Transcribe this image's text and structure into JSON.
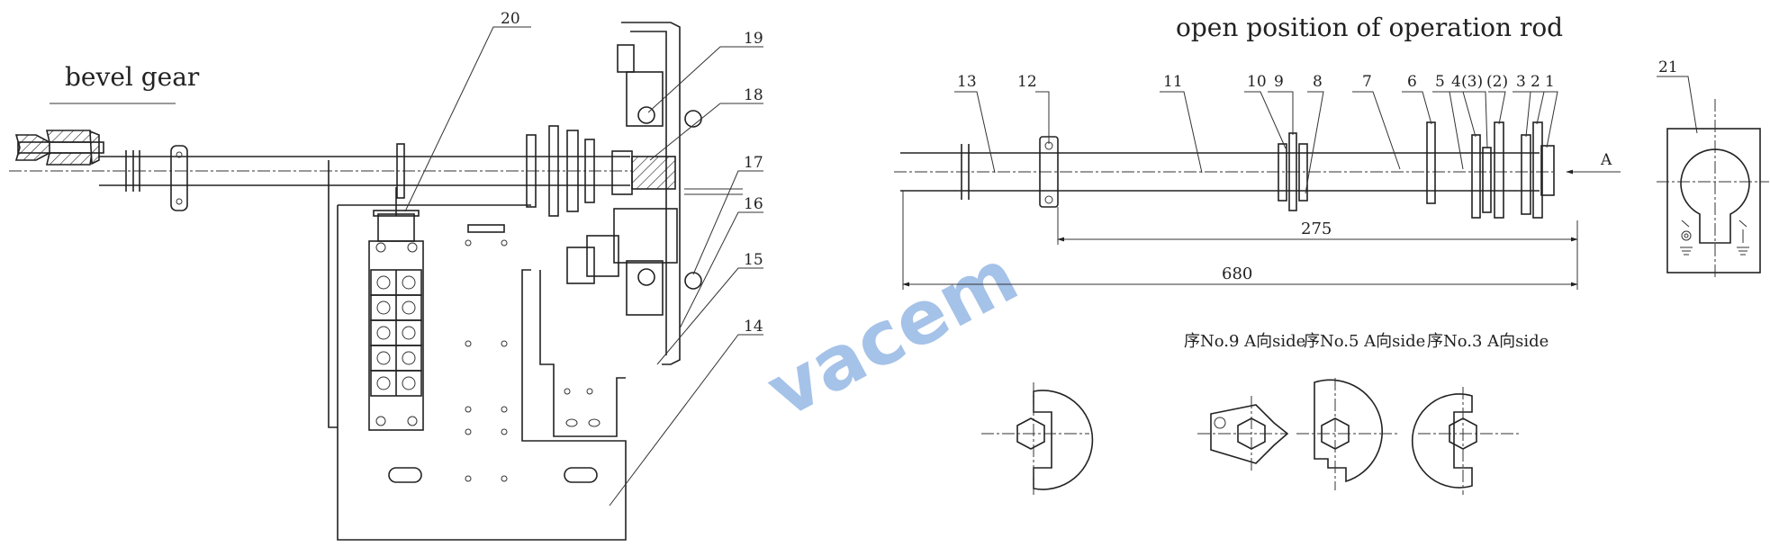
{
  "title": "open position of operation rod",
  "left_label": "bevel gear",
  "watermark": "vacem",
  "left_part_numbers": [
    "20",
    "19",
    "18",
    "17",
    "16",
    "15",
    "14"
  ],
  "right_part_numbers": [
    "13",
    "12",
    "11",
    "10",
    "9",
    "8",
    "7",
    "6",
    "5",
    "4",
    "(3)",
    "(2)",
    "3",
    "2",
    "1"
  ],
  "detail_label": "21",
  "view_arrow_label": "A",
  "dimensions": {
    "inner": "275",
    "overall": "680"
  },
  "section_captions": [
    "序No.9 A向side",
    "序No.5 A向side",
    "序No.3 A向side"
  ],
  "colors": {
    "ink": "#222222",
    "watermark": "#5b8fd6"
  }
}
